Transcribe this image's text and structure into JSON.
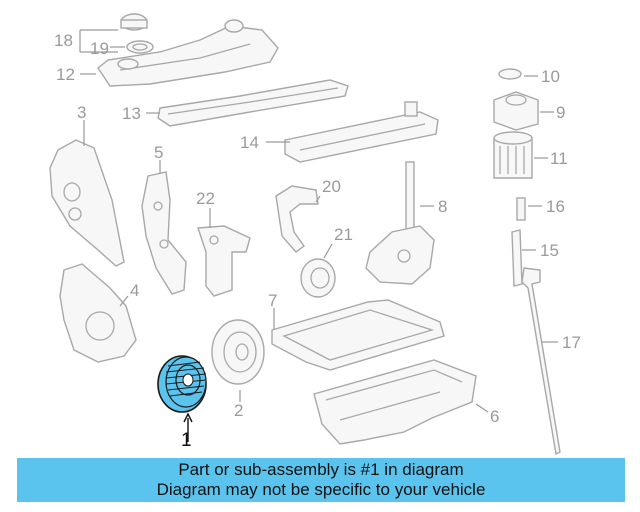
{
  "diagram": {
    "highlight_color": "#5bc4ee",
    "callouts": [
      {
        "id": "1",
        "text": "1",
        "highlighted": true
      },
      {
        "id": "2",
        "text": "2"
      },
      {
        "id": "3",
        "text": "3"
      },
      {
        "id": "4",
        "text": "4"
      },
      {
        "id": "5",
        "text": "5"
      },
      {
        "id": "6",
        "text": "6"
      },
      {
        "id": "7",
        "text": "7"
      },
      {
        "id": "8",
        "text": "8"
      },
      {
        "id": "9",
        "text": "9"
      },
      {
        "id": "10",
        "text": "10"
      },
      {
        "id": "11",
        "text": "11"
      },
      {
        "id": "12",
        "text": "12"
      },
      {
        "id": "13",
        "text": "13"
      },
      {
        "id": "14",
        "text": "14"
      },
      {
        "id": "15",
        "text": "15"
      },
      {
        "id": "16",
        "text": "16"
      },
      {
        "id": "17",
        "text": "17"
      },
      {
        "id": "18",
        "text": "18"
      },
      {
        "id": "19",
        "text": "19"
      },
      {
        "id": "20",
        "text": "20"
      },
      {
        "id": "21",
        "text": "21"
      },
      {
        "id": "22",
        "text": "22"
      }
    ]
  },
  "banner": {
    "line1": "Part or sub-assembly is #1 in diagram",
    "line2": "Diagram may not be specific to your vehicle",
    "color": "#5bc4ee"
  }
}
